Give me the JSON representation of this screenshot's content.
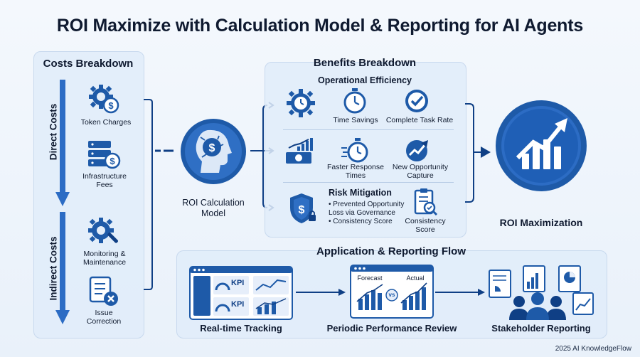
{
  "title": "ROI Maximize with Calculation Model & Reporting for AI Agents",
  "costs": {
    "heading": "Costs Breakdown",
    "direct_label": "Direct Costs",
    "indirect_label": "Indirect Costs",
    "items": [
      {
        "label": "Token Charges",
        "icon": "gear-dollar-icon"
      },
      {
        "label": "Infrastructure Fees",
        "icon": "server-dollar-icon"
      },
      {
        "label": "Monitoring & Maintenance",
        "icon": "gear-wrench-icon"
      },
      {
        "label": "Issue Correction",
        "icon": "checklist-x-icon"
      }
    ]
  },
  "model": {
    "label": "ROI Calculation Model",
    "icon": "ai-head-dollar-icon"
  },
  "benefits": {
    "heading": "Benefits Breakdown",
    "operational": "Operational Efficiency",
    "items": [
      {
        "label": "Time Savings",
        "icon": "stopwatch-icon"
      },
      {
        "label": "Complete Task Rate",
        "icon": "check-circle-icon"
      },
      {
        "label": "Faster Response Times",
        "icon": "fast-stopwatch-icon"
      },
      {
        "label": "New Opportunity Capture",
        "icon": "growth-arrow-icon"
      }
    ],
    "risk_heading": "Risk Mitigation",
    "risk_points": [
      "• Prevented Opportunity Loss via Governance",
      "• Consistency Score"
    ],
    "consistency_label": "Consistency Score"
  },
  "result": {
    "label": "ROI Maximization",
    "icon": "roi-chart-icon"
  },
  "reporting": {
    "heading": "Application & Reporting Flow",
    "steps": [
      {
        "label": "Real-time Tracking",
        "icon": "dashboard-icon"
      },
      {
        "label": "Periodic Performance Review",
        "icon": "forecast-vs-actual-icon"
      },
      {
        "label": "Stakeholder Reporting",
        "icon": "stakeholders-icon"
      }
    ],
    "kpi_label": "KPI",
    "forecast_label": "Forecast",
    "actual_label": "Actual",
    "vs_label": "vs"
  },
  "footer": "2025 AI KnowledgeFlow",
  "colors": {
    "primary": "#1e5aa8",
    "dark": "#0f3f85",
    "light": "#dbe8f7",
    "accent": "#2f7ad6"
  }
}
